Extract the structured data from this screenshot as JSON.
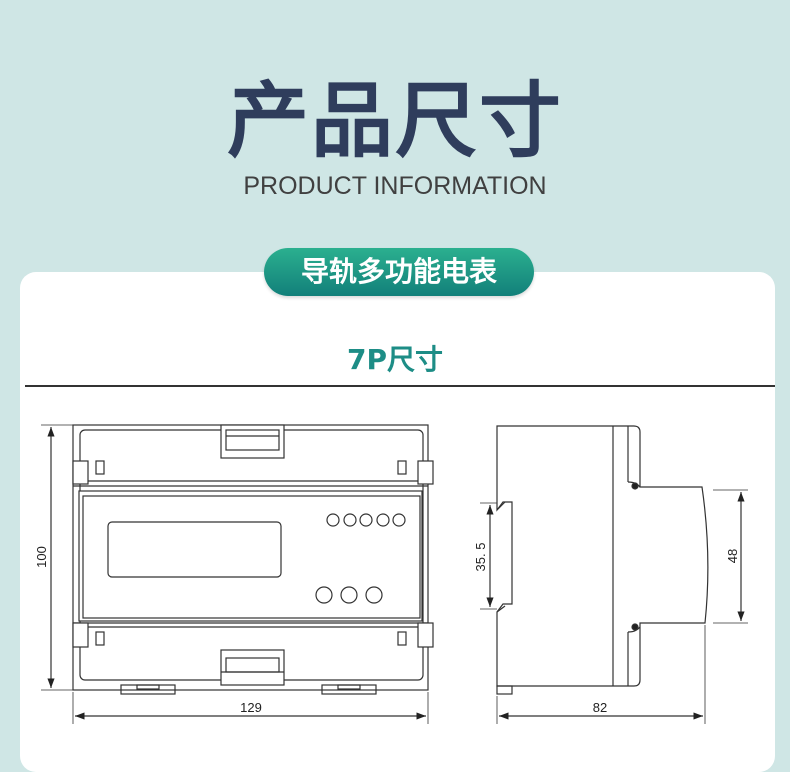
{
  "header": {
    "title": "产品尺寸",
    "subtitle": "PRODUCT INFORMATION"
  },
  "product_badge": "导轨多功能电表",
  "section_title": "7P尺寸",
  "dimensions": {
    "front_height": "100",
    "front_width": "129",
    "side_depth": "82",
    "rail_width": "35. 5",
    "front_face_height": "48"
  },
  "colors": {
    "background": "#cfe6e5",
    "title": "#2f3d5c",
    "badge": "#1a9383",
    "section": "#1d8d86"
  }
}
